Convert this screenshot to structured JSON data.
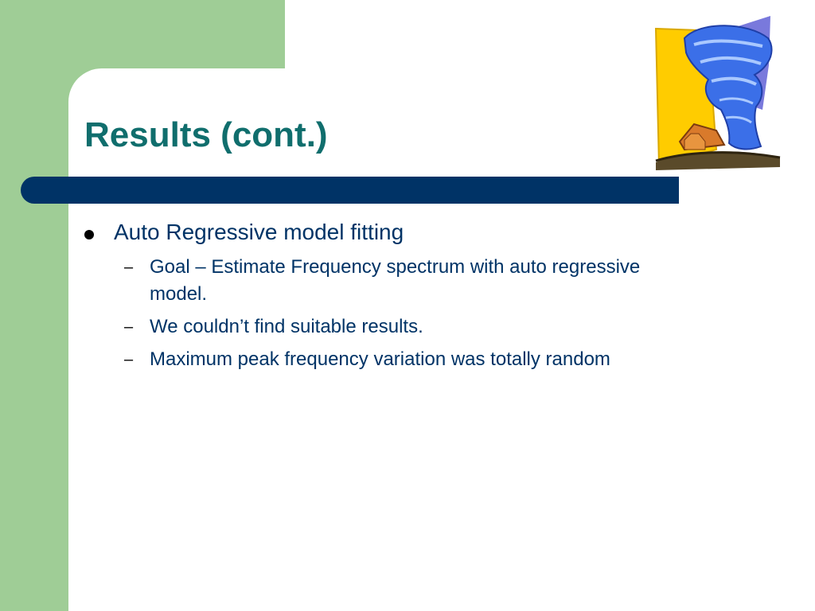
{
  "slide": {
    "title": "Results (cont.)",
    "bullets": [
      {
        "text": "Auto Regressive model fitting",
        "sub": [
          {
            "text": "Goal – Estimate Frequency spectrum with auto regressive model."
          },
          {
            "text": "We couldn’t find suitable results."
          },
          {
            "text": "Maximum peak frequency variation was totally random"
          }
        ]
      }
    ],
    "sub_marker": "–"
  },
  "image": {
    "icon": "tornado-clipart-icon"
  },
  "colors": {
    "title": "#106e6d",
    "body_text": "#003366",
    "title_bar": "#003366",
    "side_panel": "#9fcd96",
    "background": "#ffffff",
    "tornado_blue": "#3b6fe8",
    "clipart_yellow": "#ffcc00"
  }
}
